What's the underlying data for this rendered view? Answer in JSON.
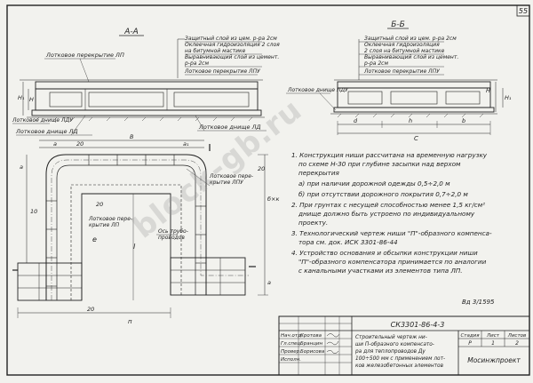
{
  "sheet": {
    "page_number": "55",
    "inventory_mark": "Вд 3/1595"
  },
  "section_aa": {
    "title": "А-А",
    "layer_notes": [
      "Защитный слой из цем. р-ра 2см",
      "Оклеечная гидроизоляция 2 слоя",
      "на битумной мастике",
      "Выравнивающий слой из цемент.",
      "р-ра 2см",
      "Лотковое перекрытие ЛПУ"
    ],
    "labels": {
      "tray_cover": "Лотковое перекрытие ЛП",
      "bottom_tray_ldu": "Лотковое днище ЛДУ",
      "bottom_tray_ld": "Лотковое днище ЛД",
      "bottom_tray_ld_right": "Лотковое днище ЛД"
    },
    "dims": {
      "h1": "H₁",
      "h": "H"
    }
  },
  "section_bb": {
    "title": "Б-Б",
    "layer_notes": [
      "Защитный слой из цем. р-ра 2см",
      "Оклеечная гидроизоляция",
      "2 слоя на битумной мастике",
      "Выравнивающий слой из цемент.",
      "р-ра 2см",
      "Лотковое перекрытие ЛПУ"
    ],
    "labels": {
      "bottom_tray": "Лотковое днище ЛДУ"
    },
    "dims": {
      "d": "d",
      "h": "h",
      "b": "b",
      "c": "C",
      "h_left": "H",
      "h_right": "H₁"
    }
  },
  "plan": {
    "dims": {
      "top_a": "a",
      "top_b": "B",
      "top_20": "20",
      "top_a1": "a₁",
      "left_a": "a",
      "left_10": "10",
      "right_20": "20",
      "right_b": "б",
      "bottom_p": "п",
      "bottom_20": "20",
      "mid_20": "20",
      "mid_e": "е",
      "mid_l": "l",
      "right_bk": "б×к",
      "right_a": "а"
    },
    "labels": {
      "cover_lpu": "Лотковое пере-",
      "cover_lpu2": "крытие ЛПУ",
      "cover_lp": "Лотковое пере-",
      "cover_lp2": "крытие ЛП",
      "pipe_axis": "Ось трубо-",
      "pipe_axis2": "проводов"
    }
  },
  "notes": [
    "1. Конструкция ниши рассчитана на временную нагрузку",
    "по схеме Н-30 при глубине засыпки над верхом",
    "перекрытия",
    "а) при наличии дорожной одежды  0,5÷2,0 м",
    "б) при отсутствии дорожного покрытия  0,7÷2,0 м",
    "2. При грунтах с несущей способностью менее 1,5 кг/см²",
    "днище должно быть устроено по индивидуальному",
    "проекту.",
    "3. Технологический чертеж ниши \"П\"-образного компенса-",
    "тора см. док. ИСК 3301-86-44",
    "4. Устройство основания и обсыпки конструкции ниши",
    "\"П\"-образного компенсатора принимается по аналогии",
    "с канальными участками из элементов типа ЛП."
  ],
  "title_block": {
    "doc_code": "СК3301-86-4-3",
    "rows": [
      {
        "role": "Нач.отд.",
        "name": "Кротова"
      },
      {
        "role": "Гл.спец.",
        "name": "Бранцин"
      },
      {
        "role": "Провер.",
        "name": "Борисова"
      },
      {
        "role": "Исполн.",
        "name": ""
      }
    ],
    "description": [
      "Строительный чертеж ни-",
      "ши П-образного компенсато-",
      "ра для теплопроводов Ду",
      "100÷500 мм с применением лот-",
      "ков железобетонных элементов"
    ],
    "stage_label": "Стадия",
    "sheet_label": "Лист",
    "sheets_label": "Листов",
    "stage_value": "Р",
    "sheet_value": "1",
    "sheets_value": "2",
    "org": "Мосинжпроект"
  },
  "watermark": "block-gb.ru"
}
